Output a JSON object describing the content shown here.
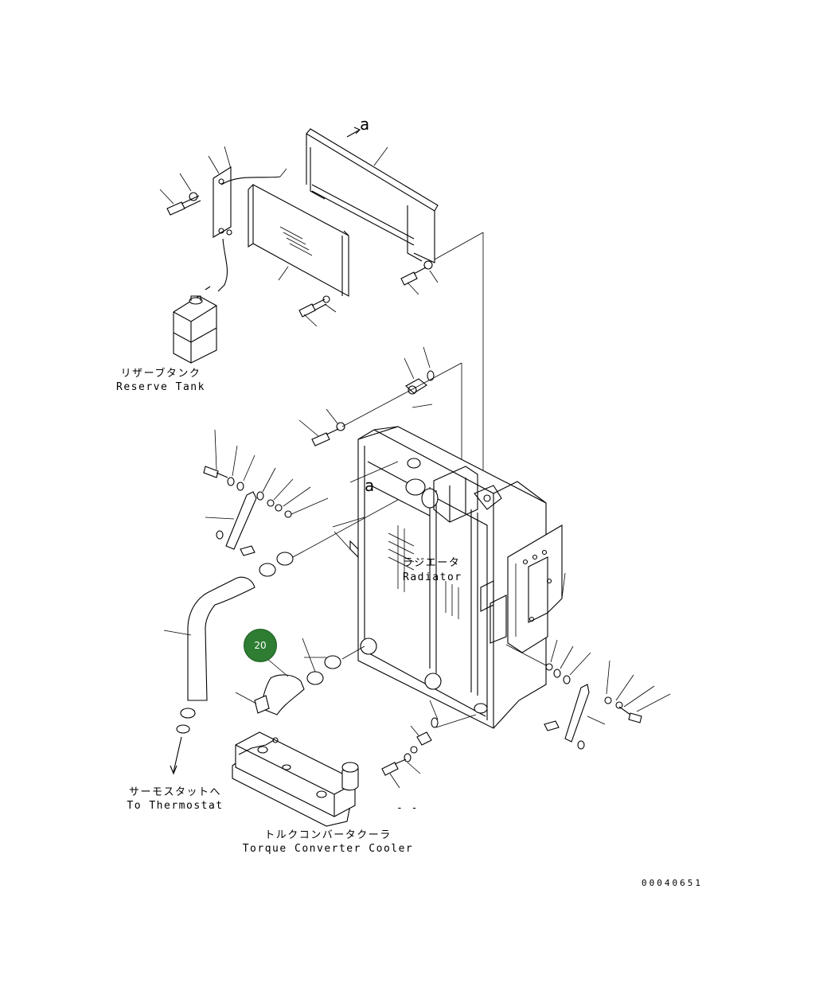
{
  "diagram": {
    "section_letter_top": "a",
    "section_letter_radiator": "a",
    "labels": {
      "reserve_tank_jp": "リザーブタンク",
      "reserve_tank_en": "Reserve Tank",
      "radiator_jp": "ラジエータ",
      "radiator_en": "Radiator",
      "thermostat_jp": "サーモスタットへ",
      "thermostat_en": "To Thermostat",
      "torque_converter_jp": "トルクコンバータクーラ",
      "torque_converter_en": "Torque Converter Cooler",
      "stray_mark": "- -"
    },
    "callout": {
      "number": "20",
      "color": "#2e7d32"
    },
    "drawing_number": "00040651"
  }
}
